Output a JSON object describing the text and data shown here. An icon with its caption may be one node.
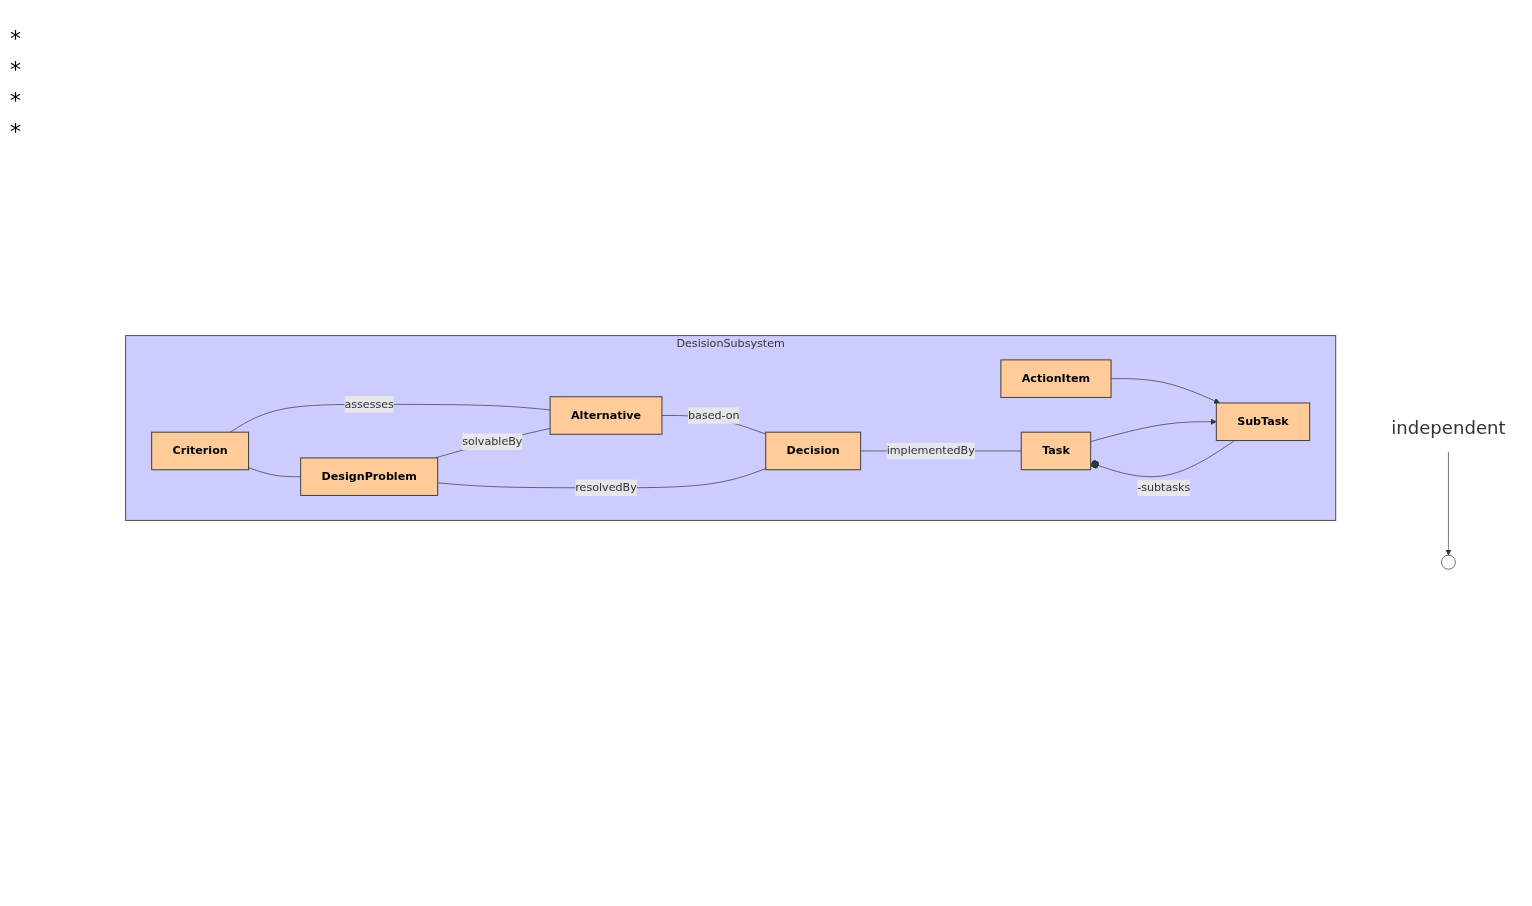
{
  "diagram": {
    "nodes": [
      {
        "text": [
          "DesisionSubsystem"
        ]
      },
      {
        "text": [
          "Criterion"
        ],
        "in": 0
      },
      {
        "text": [
          "Alternative"
        ],
        "in": 0
      },
      {
        "text": [
          "DesignProblem"
        ],
        "in": 0
      },
      {
        "text": [
          "Decision"
        ],
        "in": 0
      },
      {
        "text": [
          "SubTask"
        ],
        "in": 0
      },
      {
        "text": [
          "ActionItem"
        ],
        "in": 0
      },
      {
        "text": [
          "Task"
        ],
        "in": 0
      },
      {
        "text": [
          "independent"
        ]
      },
      {
        "text": [],
        "shape": "circle"
      }
    ],
    "edges": [
      {
        "from": 1,
        "to": 2,
        "arrow": "none",
        "label": "assesses"
      },
      {
        "from": 1,
        "to": 3,
        "arrow": "none"
      },
      {
        "from": 3,
        "to": 2,
        "arrow": "none",
        "label": "solvableBy"
      },
      {
        "from": 2,
        "to": 4,
        "arrow": "none",
        "label": "based-on"
      },
      {
        "from": 3,
        "to": 4,
        "arrow": "none",
        "label": "resolvedBy"
      },
      {
        "from": 4,
        "to": 7,
        "arrow": "none",
        "label": "implementedBy"
      },
      {
        "from": 6,
        "to": 5,
        "arrow": "to"
      },
      {
        "from": 7,
        "to": 5,
        "arrow": "to"
      },
      {
        "from": 5,
        "to": 7,
        "arrow": "other",
        "label": "-subtasks"
      },
      {
        "from": 8,
        "to": 9,
        "arrow": "to"
      }
    ],
    "labels": [
      "*",
      "*",
      "*",
      "*"
    ]
  }
}
